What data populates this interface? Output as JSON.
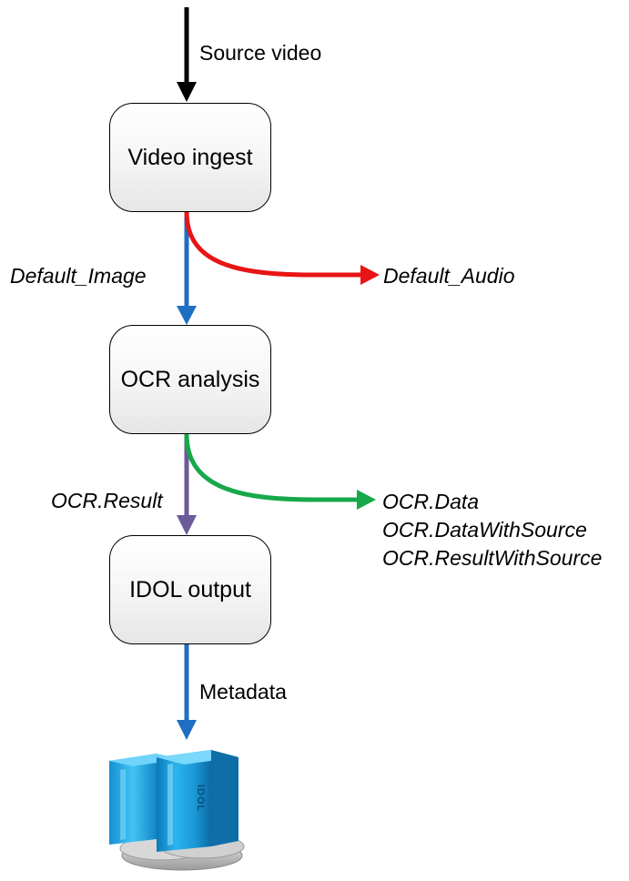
{
  "edges": {
    "source_video": "Source video",
    "default_image": "Default_Image",
    "default_audio": "Default_Audio",
    "ocr_result": "OCR.Result",
    "ocr_outputs": [
      "OCR.Data",
      "OCR.DataWithSource",
      "OCR.ResultWithSource"
    ],
    "metadata": "Metadata"
  },
  "nodes": {
    "video_ingest": "Video ingest",
    "ocr_analysis": "OCR analysis",
    "idol_output": "IDOL output"
  },
  "database_icon": {
    "icon": "idol-server-icon",
    "label": "IDOL"
  },
  "colors": {
    "source_arrow": "#000000",
    "image_arrow": "#1e6fc2",
    "audio_arrow": "#e81416",
    "result_arrow": "#6d5a9a",
    "data_arrow": "#17a84a",
    "metadata_arrow": "#1e6fc2"
  }
}
